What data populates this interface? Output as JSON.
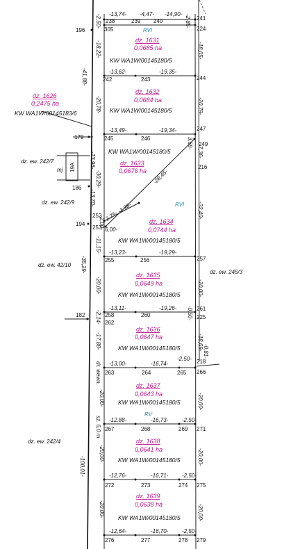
{
  "map": {
    "plots": [
      {
        "id": "dz. 1631",
        "area": "0,0685 ha",
        "kw": "KW WA1W/00145180/5"
      },
      {
        "id": "dz. 1632",
        "area": "0,0684 ha",
        "kw": "KW WA1W/00145180/5"
      },
      {
        "id": "dz. 1633",
        "area": "0,0676 ha",
        "kw": "KW WA1W/00145180/5"
      },
      {
        "id": "dz. 1634",
        "area": "0,0744 ha",
        "kw": "KW WA1W/00145180/5"
      },
      {
        "id": "dz. 1635",
        "area": "0,0649 ha",
        "kw": "KW WA1W/00145180/5"
      },
      {
        "id": "dz. 1636",
        "area": "0,0647 ha",
        "kw": "KW WA1W/00145180/5"
      },
      {
        "id": "dz. 1637",
        "area": "0,0643 ha",
        "kw": "KW WA1W/00145180/5"
      },
      {
        "id": "dz. 1638",
        "area": "0,0641 ha",
        "kw": "KW WA1W/00145180/5"
      },
      {
        "id": "dz. 1639",
        "area": "0,0638 ha",
        "kw": "KW WA1W/00145180/5"
      }
    ],
    "left_plot": {
      "id": "dz. 1626",
      "area": "0,2475 ha",
      "kw": "KW WA1W/00145183/6"
    },
    "ew_labels": [
      "dz. ew. 242/7",
      "dz. ew. 242/9",
      "dz. ew. 42/10",
      "dz. ew. 245/3",
      "dz. ew. 242/4"
    ],
    "road_labels": [
      "dr. wewn.",
      "sz. 6,0 m"
    ],
    "classes": [
      "RVI",
      "RVI",
      "RV"
    ],
    "building": {
      "label": "mj",
      "number": "19A"
    },
    "points": [
      "238",
      "239",
      "240",
      "241",
      "305",
      "224",
      "196",
      "242",
      "243",
      "244",
      "245",
      "246",
      "247",
      "249",
      "216",
      "179",
      "186",
      "252",
      "253",
      "194",
      "255",
      "256",
      "257",
      "258",
      "262",
      "260",
      "261",
      "225",
      "182",
      "263",
      "264",
      "265",
      "218",
      "266",
      "267",
      "268",
      "269",
      "271",
      "272",
      "273",
      "274",
      "275",
      "276",
      "277",
      "278",
      "279"
    ],
    "dims_top": [
      "-13,74-",
      "-4,47-",
      "-14,90-",
      "-13,62-",
      "-19,35-",
      "-13,49-",
      "-19,34-",
      "-13,23-",
      "-19,29-",
      "-13,11-",
      "-19,26-",
      "-13,00-",
      "-16,74-",
      "-2,50-",
      "-12,88-",
      "-16,73-",
      "-2,50-",
      "-12,76-",
      "-16,71-",
      "-2,50-",
      "-12,64-",
      "-16,70-",
      "-2,50-"
    ],
    "dims_left": [
      "-2,50-",
      "-18,22-",
      "-20,78-",
      "-13,96-",
      "-30,29-",
      "-13,70-",
      "-2,00-",
      "6,00-",
      "-11,15-",
      "-20,00-",
      "-2,14-",
      "-17,88-",
      "-20,00-",
      "-20,00-",
      "-20,00-"
    ],
    "dims_right": [
      "-2,85-",
      "-18,05-",
      "-20,79-",
      "3,69-",
      "7,36-",
      "-32,40-",
      "-20,00-",
      "-0,50-",
      "-18,69-",
      "-0,81-",
      "-20,00-",
      "-20,00-",
      "-20,00-"
    ],
    "dims_diag": [
      "-28,45-",
      "2,75-",
      "-1,98-"
    ],
    "dims_long": [
      "-41,88-",
      "-35,29-",
      "-100,01-"
    ]
  }
}
